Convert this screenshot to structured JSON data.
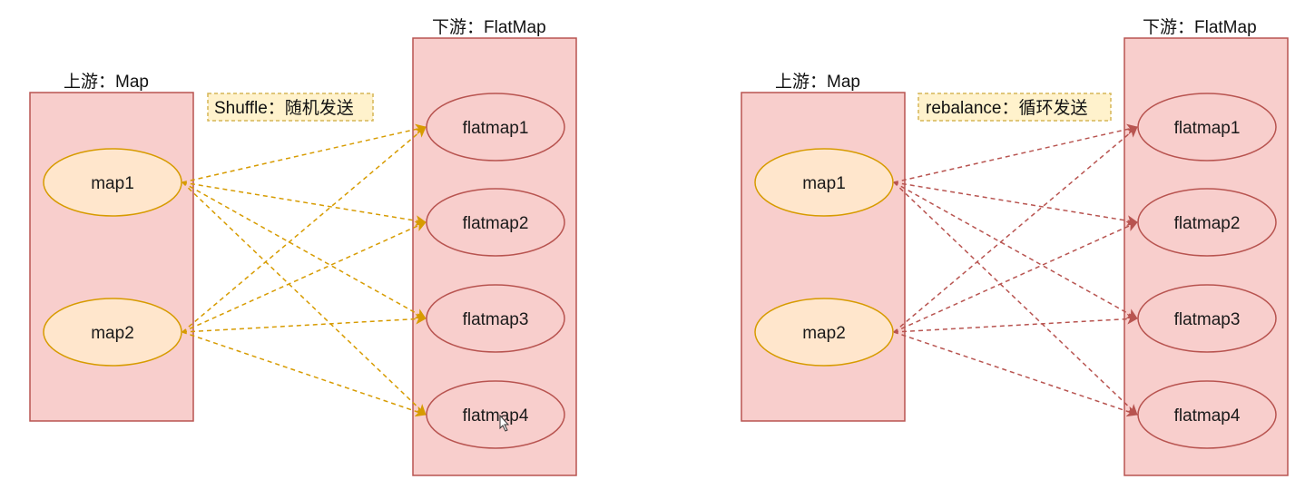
{
  "panels": [
    {
      "id": "shuffle",
      "upstream_label": "上游：Map",
      "downstream_label": "下游：FlatMap",
      "strategy_label": "Shuffle：随机发送",
      "edge_color": "#d79b00",
      "sources": [
        "map1",
        "map2"
      ],
      "targets": [
        "flatmap1",
        "flatmap2",
        "flatmap3",
        "flatmap4"
      ]
    },
    {
      "id": "rebalance",
      "upstream_label": "上游：Map",
      "downstream_label": "下游：FlatMap",
      "strategy_label": "rebalance：循环发送",
      "edge_color": "#b85450",
      "sources": [
        "map1",
        "map2"
      ],
      "targets": [
        "flatmap1",
        "flatmap2",
        "flatmap3",
        "flatmap4"
      ]
    }
  ],
  "colors": {
    "container_fill": "#f8cecc",
    "container_stroke": "#b85450",
    "source_fill": "#ffe6cc",
    "source_stroke": "#d79b00",
    "target_fill": "#f8cecc",
    "target_stroke": "#b85450",
    "label_box_fill": "#fff2cc",
    "label_box_stroke": "#d6b656"
  }
}
